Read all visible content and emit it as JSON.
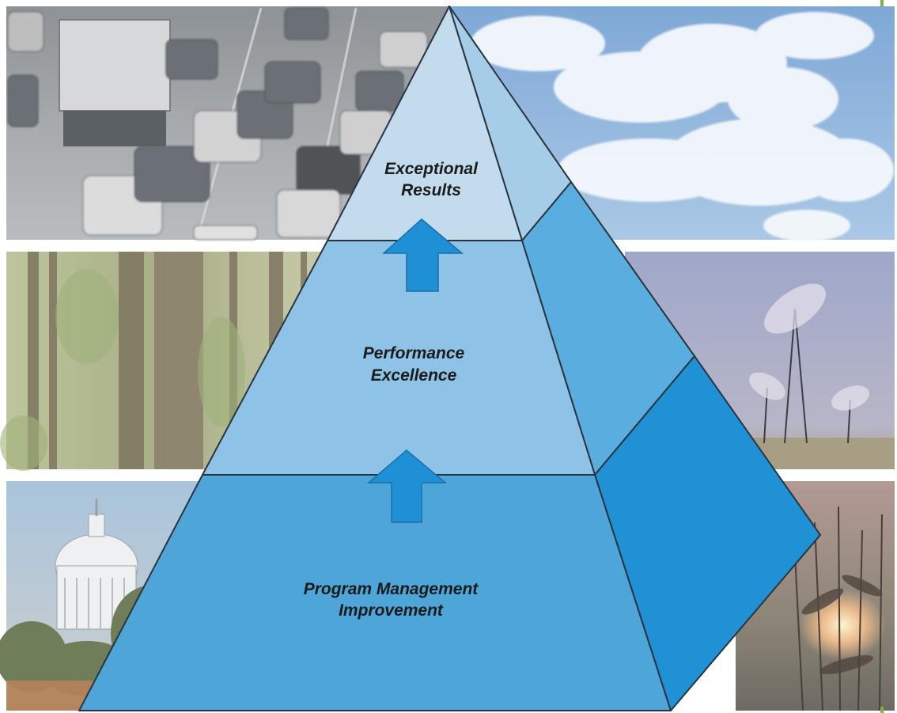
{
  "pyramid": {
    "tiers": [
      {
        "line1": "Exceptional",
        "line2": "Results"
      },
      {
        "line1": "Performance",
        "line2": "Excellence"
      },
      {
        "line1": "Program Management",
        "line2": "Improvement"
      }
    ],
    "arrows": [
      "up-arrow",
      "up-arrow"
    ],
    "colors": {
      "tier_top": "#c2dbed",
      "tier_middle": "#8ec2e6",
      "tier_bottom": "#4ea5d8",
      "side_top": "#a6cde8",
      "side_middle": "#5aaedf",
      "side_bottom": "#1f91d4",
      "arrow": "#1f8fd6",
      "outline": "#2a3440"
    }
  },
  "background_photos": [
    "highway-traffic",
    "sky-clouds",
    "forest-trees",
    "wind-turbines",
    "capitol-dome",
    "sunset-crops"
  ]
}
